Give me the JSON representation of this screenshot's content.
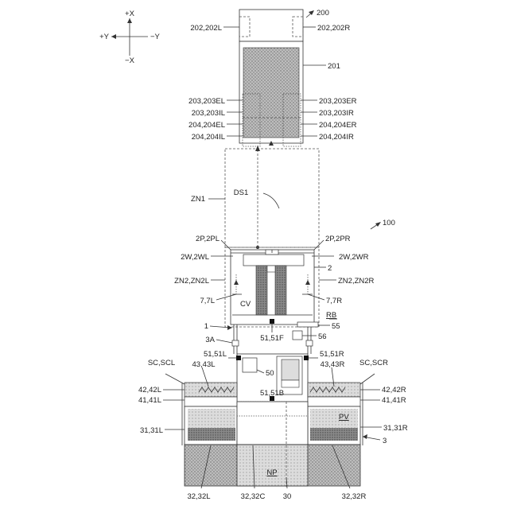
{
  "axes": {
    "px": "+X",
    "py": "+Y",
    "my": "−Y",
    "mx": "−X"
  },
  "labels": {
    "n200": "200",
    "n202L": "202,202L",
    "n202R": "202,202R",
    "n201": "201",
    "n203EL": "203,203EL",
    "n203ER": "203,203ER",
    "n203IL": "203,203IL",
    "n203IR": "203,203IR",
    "n204EL": "204,204EL",
    "n204ER": "204,204ER",
    "n204IL": "204,204IL",
    "n204IR": "204,204IR",
    "zn1": "ZN1",
    "ds1": "DS1",
    "n100": "100",
    "n2PL": "2P,2PL",
    "n2PR": "2P,2PR",
    "n2WL": "2W,2WL",
    "n2WR": "2W,2WR",
    "n2": "2",
    "zn2L": "ZN2,ZN2L",
    "zn2R": "ZN2,ZN2R",
    "n7L": "7,7L",
    "cv": "CV",
    "n7R": "7,7R",
    "rb": "RB",
    "n1": "1",
    "n55": "55",
    "n56": "56",
    "n3A": "3A",
    "n51F": "51,51F",
    "n51L": "51,51L",
    "n51R": "51,51R",
    "n43L": "43,43L",
    "n43R": "43,43R",
    "scl": "SC,SCL",
    "scr": "SC,SCR",
    "n50": "50",
    "n42L": "42,42L",
    "n42R": "42,42R",
    "n41L": "41,41L",
    "n41R": "41,41R",
    "n51B": "51,51B",
    "pv": "PV",
    "n31L": "31,31L",
    "n31R": "31,31R",
    "n3": "3",
    "np": "NP",
    "n32L": "32,32L",
    "n32C": "32,32C",
    "n30": "30",
    "n32R": "32,32R"
  }
}
